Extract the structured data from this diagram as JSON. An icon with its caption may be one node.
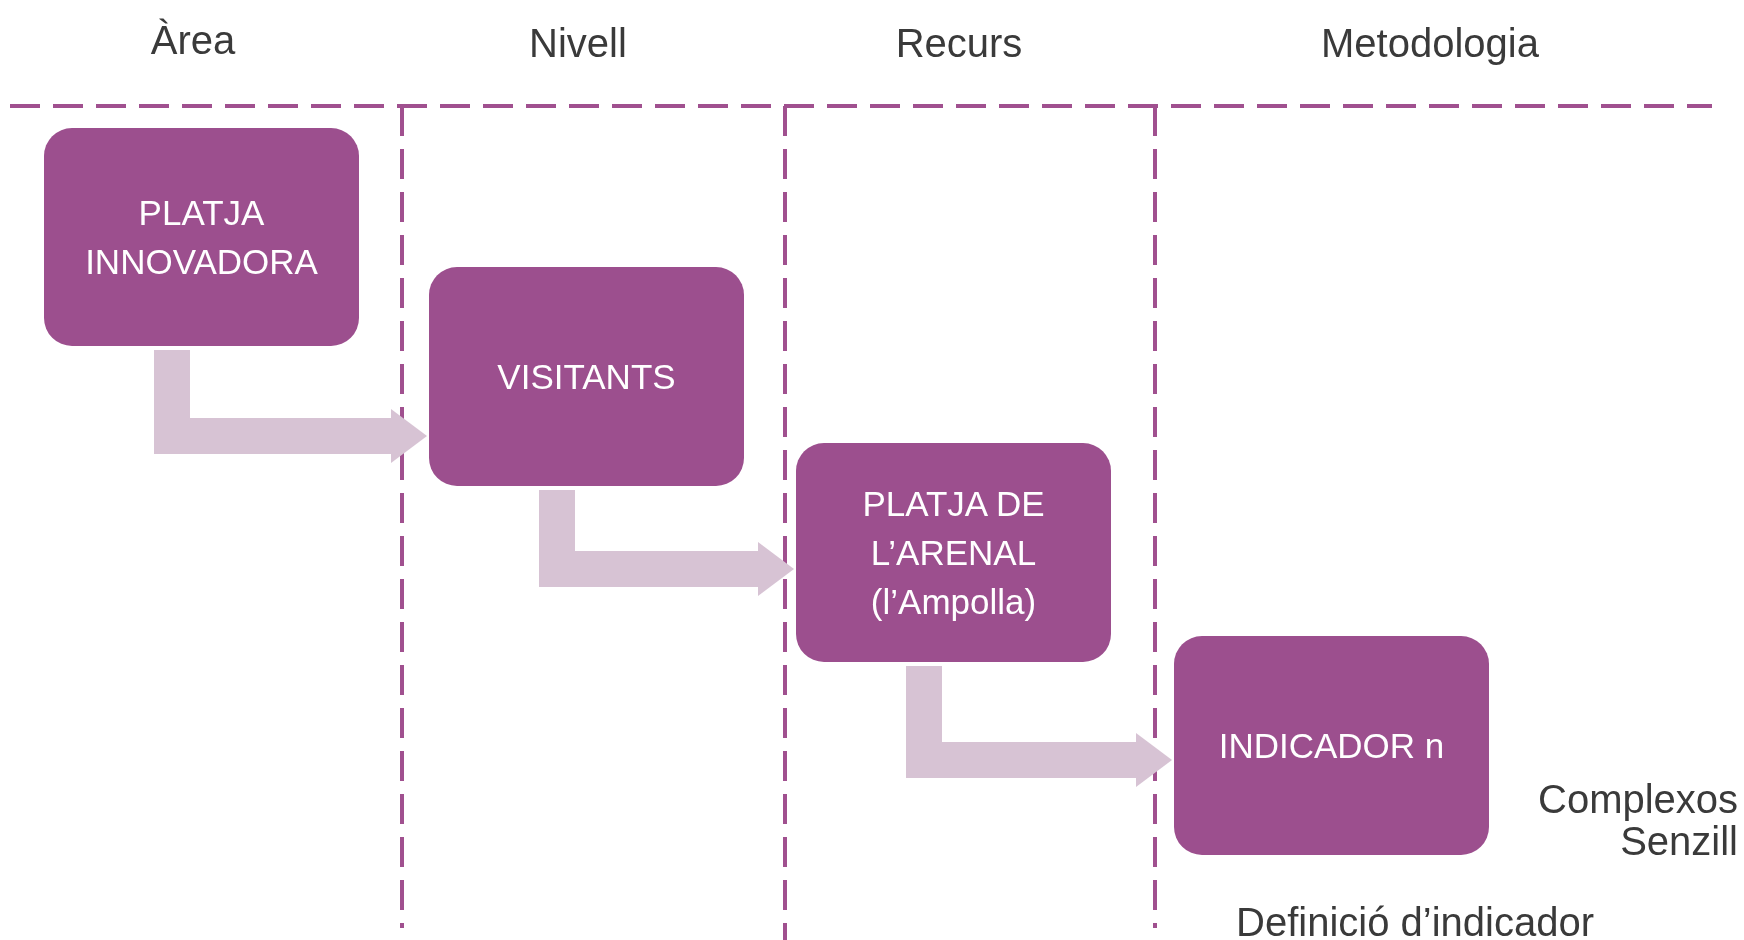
{
  "diagram": {
    "nodes": [
      {
        "text": [
          "PLATJA INNOVADORA"
        ]
      },
      {
        "text": [
          "VISITANTS"
        ]
      },
      {
        "text": [
          "PLATJA DE L’ARENAL (l’Ampolla)"
        ]
      },
      {
        "text": [
          "INDICADOR n"
        ]
      }
    ],
    "edges": [
      {
        "from": 0,
        "to": 1,
        "arrow": "to"
      },
      {
        "from": 1,
        "to": 2,
        "arrow": "to"
      },
      {
        "from": 2,
        "to": 3,
        "arrow": "to"
      }
    ],
    "labels": [
      "Àrea",
      "Nivell",
      "Recurs",
      "Metodologia",
      "Complexos Senzill",
      "Definició d’indicador"
    ]
  }
}
